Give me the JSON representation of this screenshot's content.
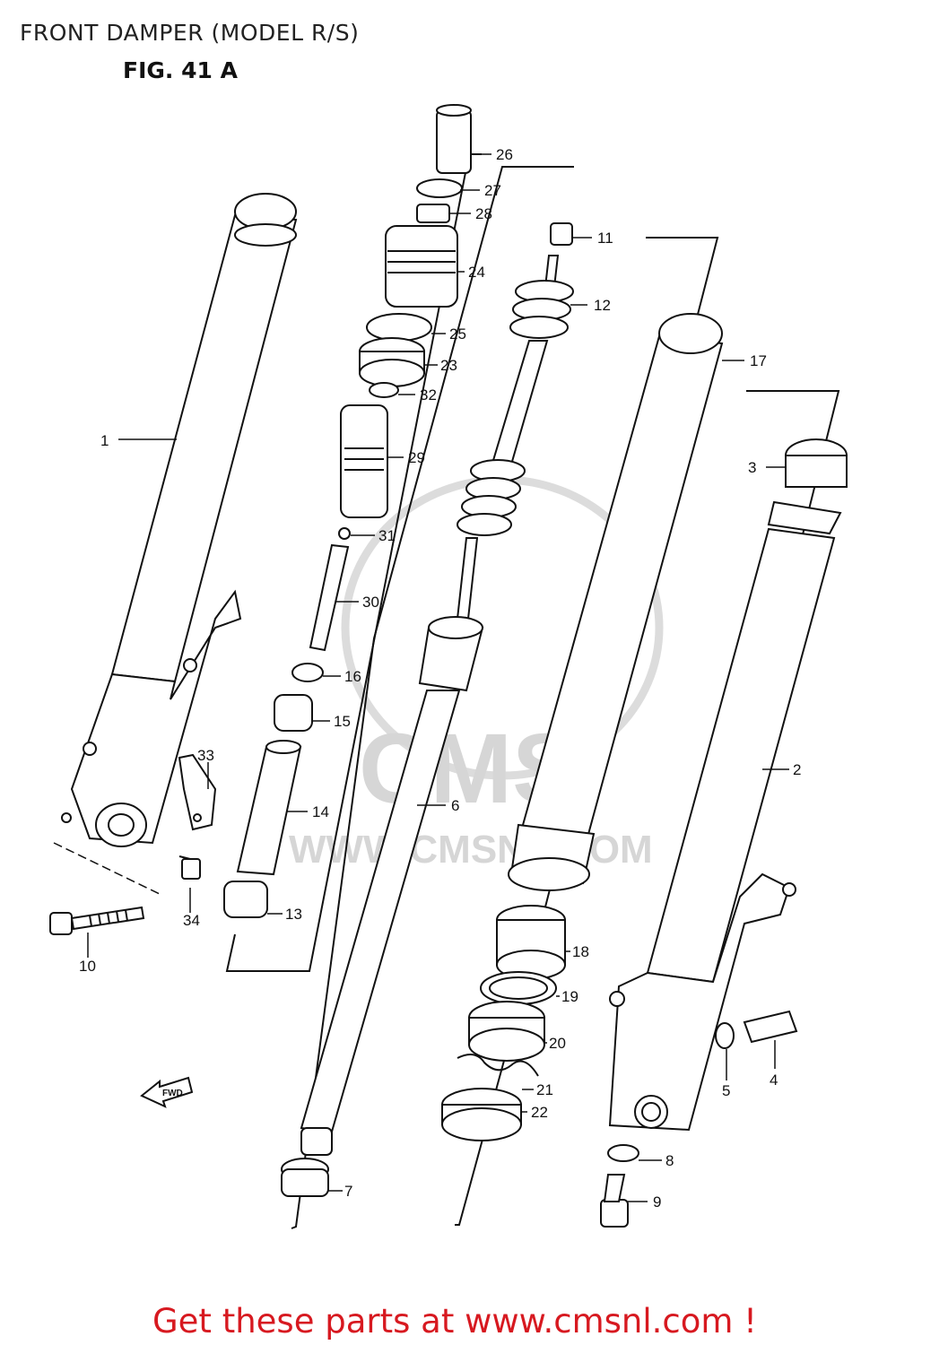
{
  "header": {
    "title": "FRONT DAMPER (MODEL R/S)",
    "figure": "FIG. 41 A"
  },
  "watermark": {
    "logo_text": "CMS",
    "url_text": "WWW.CMSNL.COM"
  },
  "fwd_arrow": {
    "label": "FWD"
  },
  "part_labels": [
    {
      "id": "1",
      "text": "1"
    },
    {
      "id": "2",
      "text": "2"
    },
    {
      "id": "3",
      "text": "3"
    },
    {
      "id": "4",
      "text": "4"
    },
    {
      "id": "5",
      "text": "5"
    },
    {
      "id": "6",
      "text": "6"
    },
    {
      "id": "7",
      "text": "7"
    },
    {
      "id": "8",
      "text": "8"
    },
    {
      "id": "9",
      "text": "9"
    },
    {
      "id": "10",
      "text": "10"
    },
    {
      "id": "11",
      "text": "11"
    },
    {
      "id": "12",
      "text": "12"
    },
    {
      "id": "13",
      "text": "13"
    },
    {
      "id": "14",
      "text": "14"
    },
    {
      "id": "15",
      "text": "15"
    },
    {
      "id": "16",
      "text": "16"
    },
    {
      "id": "17",
      "text": "17"
    },
    {
      "id": "18",
      "text": "18"
    },
    {
      "id": "19",
      "text": "19"
    },
    {
      "id": "20",
      "text": "20"
    },
    {
      "id": "21",
      "text": "21"
    },
    {
      "id": "22",
      "text": "22"
    },
    {
      "id": "23",
      "text": "23"
    },
    {
      "id": "24",
      "text": "24"
    },
    {
      "id": "25",
      "text": "25"
    },
    {
      "id": "26",
      "text": "26"
    },
    {
      "id": "27",
      "text": "27"
    },
    {
      "id": "28",
      "text": "28"
    },
    {
      "id": "29",
      "text": "29"
    },
    {
      "id": "30",
      "text": "30"
    },
    {
      "id": "31",
      "text": "31"
    },
    {
      "id": "32",
      "text": "32"
    },
    {
      "id": "33",
      "text": "33"
    },
    {
      "id": "34",
      "text": "34"
    }
  ],
  "footer": {
    "link_text": "Get these parts at www.cmsnl.com !",
    "link_color": "#d71920"
  }
}
